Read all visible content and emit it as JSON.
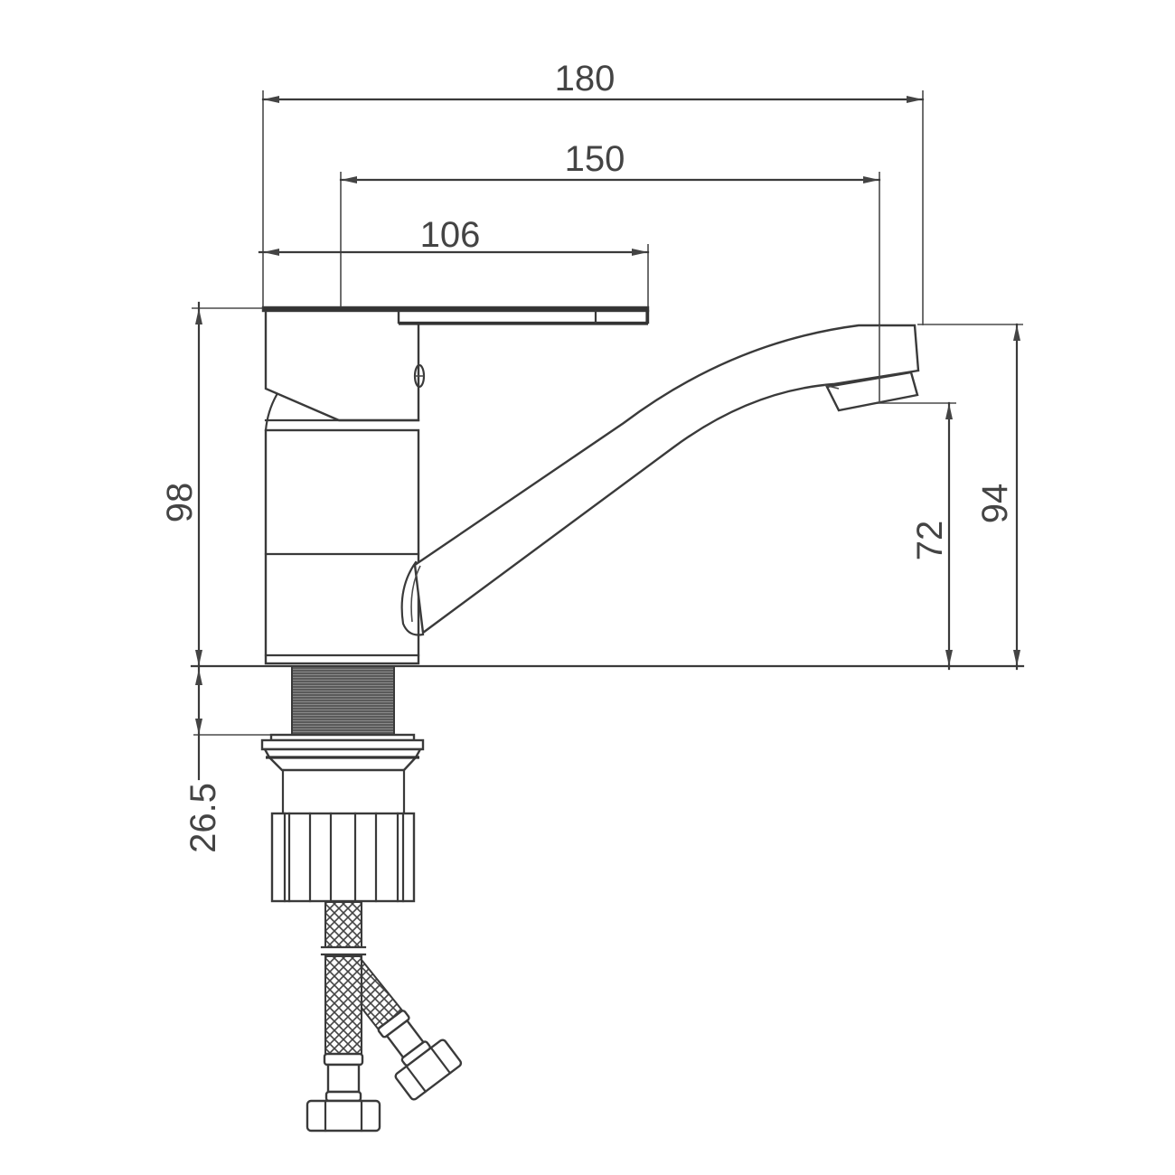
{
  "drawing": {
    "subject": "Single-lever kitchen faucet, side view with flexible supply hoses",
    "units": "mm",
    "line_color": "#3a3a3a",
    "background": "#ffffff"
  },
  "dimensions": {
    "overall_length": {
      "label": "180",
      "value": 180,
      "orientation": "horizontal"
    },
    "spout_reach": {
      "label": "150",
      "value": 150,
      "orientation": "horizontal"
    },
    "handle_length": {
      "label": "106",
      "value": 106,
      "orientation": "horizontal"
    },
    "body_height": {
      "label": "98",
      "value": 98,
      "orientation": "vertical"
    },
    "spout_outlet_height": {
      "label": "72",
      "value": 72,
      "orientation": "vertical"
    },
    "spout_top_height": {
      "label": "94",
      "value": 94,
      "orientation": "vertical"
    },
    "thread_length": {
      "label": "26.5",
      "value": 26.5,
      "orientation": "vertical"
    }
  }
}
